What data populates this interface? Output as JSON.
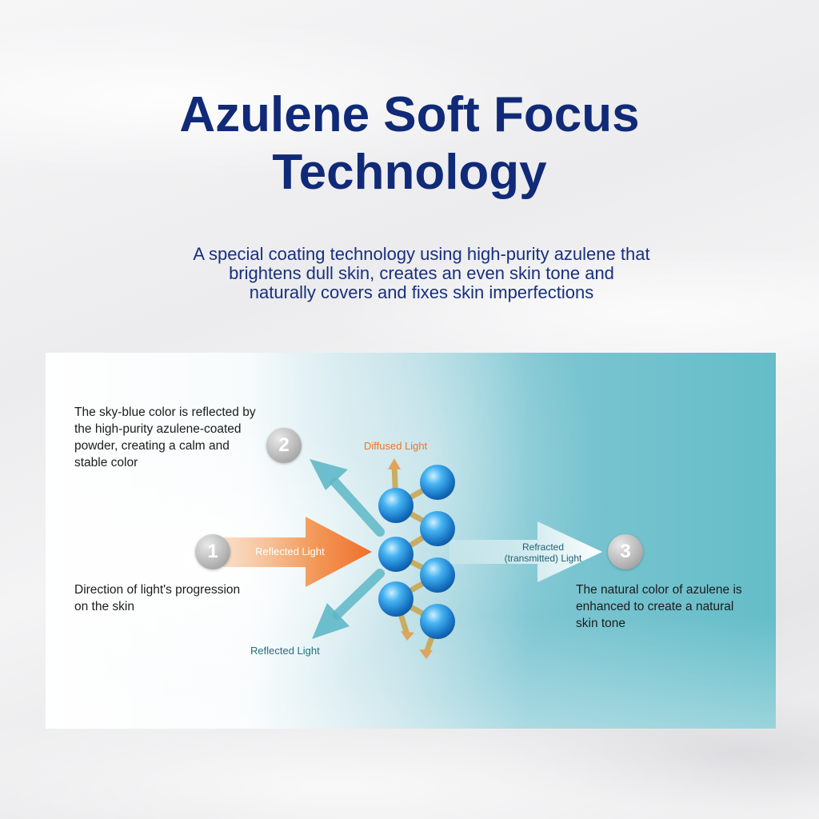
{
  "title_line1": "Azulene Soft Focus",
  "title_line2": "Technology",
  "subtitle_lines": [
    "A special coating technology using high-purity azulene that",
    "brightens dull skin, creates an even skin tone and",
    "naturally covers and fixes skin imperfections"
  ],
  "diagram": {
    "step2": {
      "number": "2",
      "text_lines": [
        "The sky-blue color is reflected by",
        "the high-purity azulene-coated",
        "powder, creating a calm and",
        "stable color"
      ]
    },
    "step1": {
      "number": "1",
      "text_lines": [
        "Direction of light's progression",
        "on the skin"
      ]
    },
    "step3": {
      "number": "3",
      "text_lines": [
        "The natural color of azulene is",
        "enhanced to create a natural",
        "skin tone"
      ]
    },
    "labels": {
      "diffused": "Diffused Light",
      "incoming": "Reflected Light",
      "reflected_bottom": "Reflected Light",
      "refracted_line1": "Refracted",
      "refracted_line2": "(transmitted) Light"
    },
    "colors": {
      "title": "#102a78",
      "orange_label": "#e8772e",
      "teal_label": "#1f6f82",
      "reflect_arrow": "#5fb8c8",
      "sphere_blue": "#1e90e0"
    }
  }
}
